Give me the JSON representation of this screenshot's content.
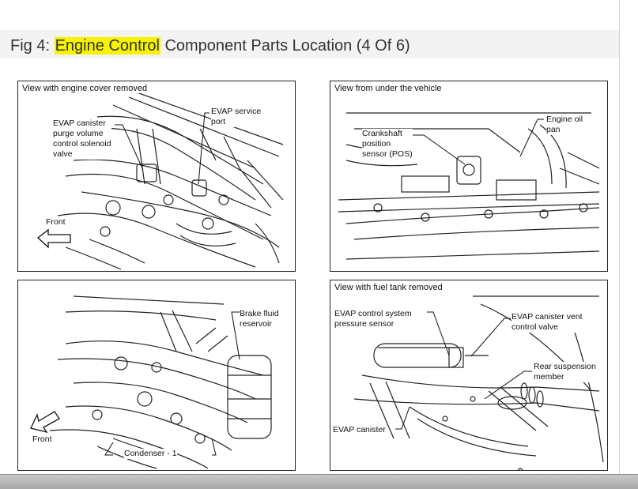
{
  "header": {
    "prefix": "Fig 4: ",
    "highlight": "Engine Control",
    "suffix": " Component Parts Location (4 Of 6)",
    "highlight_color": "#f7f300"
  },
  "panels": {
    "p1": {
      "title": "View with engine cover removed",
      "labels": {
        "evap_purge": "EVAP canister\npurge volume\ncontrol solenoid\nvalve",
        "evap_service": "EVAP service\nport",
        "front": "Front"
      }
    },
    "p2": {
      "title": "View from under the vehicle",
      "labels": {
        "crankshaft": "Crankshaft\nposition\nsensor (POS)",
        "oil_pan": "Engine oil\npan"
      }
    },
    "p3": {
      "title": "",
      "labels": {
        "brake_fluid": "Brake fluid\nreservoir",
        "front": "Front",
        "condenser": "Condenser - 1"
      }
    },
    "p4": {
      "title": "View with fuel tank removed",
      "labels": {
        "evap_pressure": "EVAP control system\npressure sensor",
        "evap_vent": "EVAP canister vent\ncontrol valve",
        "rear_susp": "Rear suspension\nmember",
        "evap_canister": "EVAP canister"
      }
    }
  }
}
